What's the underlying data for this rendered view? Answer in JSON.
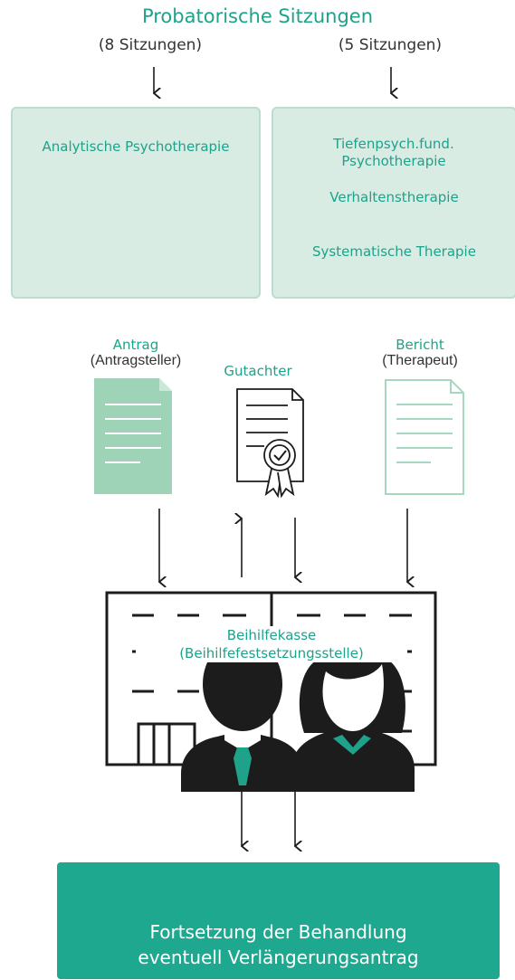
{
  "title": "Probatorische Sitzungen",
  "left_column": {
    "sessions": "(8 Sitzungen)",
    "therapies": [
      "Analytische Psychotherapie"
    ]
  },
  "right_column": {
    "sessions": "(5 Sitzungen)",
    "therapies": [
      "Tiefenpsych.fund. Psychotherapie",
      "Verhaltenstherapie",
      "Systematische Therapie"
    ]
  },
  "documents": {
    "antrag": {
      "title": "Antrag",
      "subtitle": "(Antragsteller)"
    },
    "gutachter": {
      "title": "Gutachter"
    },
    "bericht": {
      "title": "Bericht",
      "subtitle": "(Therapeut)"
    }
  },
  "office": {
    "name": "Beihilfekasse",
    "subtitle": "(Beihilfefestsetzungsstelle)"
  },
  "result": {
    "line1": "Fortsetzung der Behandlung",
    "line2": "eventuell Verlängerungsantrag"
  },
  "colors": {
    "accent": "#1ea28a",
    "panel_fill": "#d8ece4",
    "doc_fill": "#9fd3b7",
    "doc_outline": "#a6d8bf",
    "result_fill": "#1ea88f",
    "icon_dark": "#1c1c1c"
  }
}
